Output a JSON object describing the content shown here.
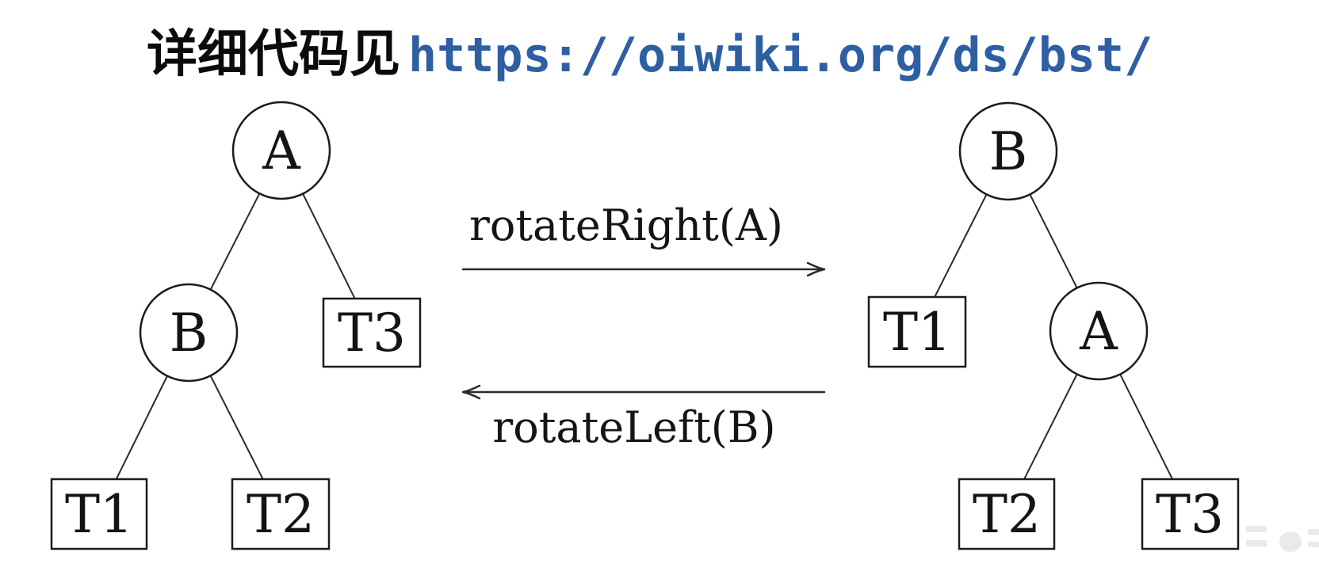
{
  "header": {
    "prefix_text": "详细代码见",
    "url_text": "https://oiwiki.org/ds/bst/"
  },
  "colors": {
    "background": "#ffffff",
    "url_blue": "#2e5fa3",
    "diagram_stroke": "#1b1b1b",
    "text_black": "#141414"
  },
  "transform": {
    "right_arrow_label": "rotateRight(A)",
    "left_arrow_label": "rotateLeft(B)"
  },
  "left_tree": {
    "nodes": [
      {
        "id": "A",
        "label": "A",
        "shape": "circle",
        "role": "root"
      },
      {
        "id": "B",
        "label": "B",
        "shape": "circle",
        "role": "left-child-of-A"
      },
      {
        "id": "T3",
        "label": "T3",
        "shape": "rect",
        "role": "right-subtree-of-A"
      },
      {
        "id": "T1",
        "label": "T1",
        "shape": "rect",
        "role": "left-subtree-of-B"
      },
      {
        "id": "T2",
        "label": "T2",
        "shape": "rect",
        "role": "right-subtree-of-B"
      }
    ],
    "edges": [
      "A-B",
      "A-T3",
      "B-T1",
      "B-T2"
    ]
  },
  "right_tree": {
    "nodes": [
      {
        "id": "B",
        "label": "B",
        "shape": "circle",
        "role": "root"
      },
      {
        "id": "T1",
        "label": "T1",
        "shape": "rect",
        "role": "left-subtree-of-B"
      },
      {
        "id": "A",
        "label": "A",
        "shape": "circle",
        "role": "right-child-of-B"
      },
      {
        "id": "T2",
        "label": "T2",
        "shape": "rect",
        "role": "left-subtree-of-A"
      },
      {
        "id": "T3",
        "label": "T3",
        "shape": "rect",
        "role": "right-subtree-of-A"
      }
    ],
    "edges": [
      "B-T1",
      "B-A",
      "A-T2",
      "A-T3"
    ]
  }
}
